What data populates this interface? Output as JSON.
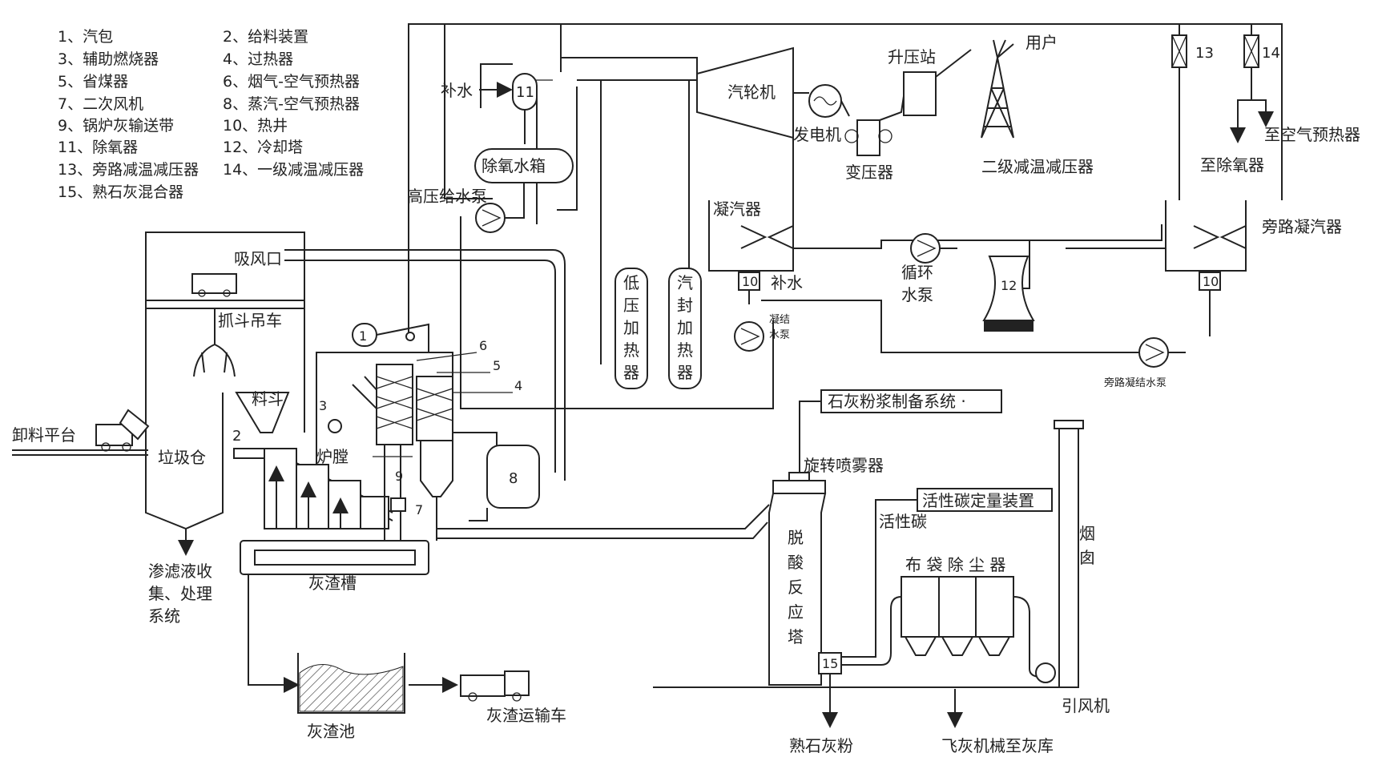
{
  "legend": [
    "1、汽包",
    "2、给料装置",
    "3、辅助燃烧器",
    "4、过热器",
    "5、省煤器",
    "6、烟气-空气预热器",
    "7、二次风机",
    "8、蒸汽-空气预热器",
    "9、锅炉灰输送带",
    "10、热井",
    "11、除氧器",
    "12、冷却塔",
    "13、旁路减温减压器",
    "14、一级减温减压器",
    "15、熟石灰混合器"
  ],
  "tags": {
    "t1": "1",
    "t2": "2",
    "t3": "3",
    "t4": "4",
    "t5": "5",
    "t6": "6",
    "t7": "7",
    "t8": "8",
    "t9": "9",
    "t10": "10",
    "t11": "11",
    "t12": "12",
    "t13": "13",
    "t14": "14",
    "t15": "15"
  },
  "labels": {
    "turbine": "汽轮机",
    "generator": "发电机",
    "transformer": "变压器",
    "booster_station": "升压站",
    "user": "用户",
    "secondary_desuperheater": "二级减温减压器",
    "to_air_preheater": "至空气预热器",
    "to_deaerator": "至除氧器",
    "makeup_water": "补水",
    "deaerator_tank": "除氧水箱",
    "hp_feed_pump": "高压给水泵",
    "condenser": "凝汽器",
    "condensate_pump_1": "凝结",
    "condensate_pump_2": "水泵",
    "lp_heater": [
      "低",
      "压",
      "加",
      "热",
      "器"
    ],
    "gland_heater": [
      "汽",
      "封",
      "加",
      "热",
      "器"
    ],
    "circ_pump": [
      "循环",
      "水泵"
    ],
    "bypass_condenser": "旁路凝汽器",
    "bypass_condensate_pump": "旁路凝结水泵",
    "bunker": "垃圾仓",
    "grab_crane": "抓斗吊车",
    "suction": "吸风口",
    "unloading_platform": "卸料平台",
    "leachate": [
      "渗滤液收",
      "集、处理",
      "系统"
    ],
    "hopper": "料斗",
    "furnace": "炉膛",
    "ash_trough": "灰渣槽",
    "ash_pit": "灰渣池",
    "ash_truck": "灰渣运输车",
    "lime_slurry": "石灰粉浆制备系统 ·",
    "atomizer": "旋转喷雾器",
    "deacid_tower": [
      "脱",
      "酸",
      "反",
      "应",
      "塔"
    ],
    "hydrated_lime": "熟石灰粉",
    "ac_dosing": "活性碳定量装置",
    "activated_carbon": "活性碳",
    "baghouse": "布 袋 除 尘 器",
    "fly_ash": "飞灰机械至灰库",
    "id_fan": "引风机",
    "chimney": [
      "烟",
      "囱"
    ]
  }
}
